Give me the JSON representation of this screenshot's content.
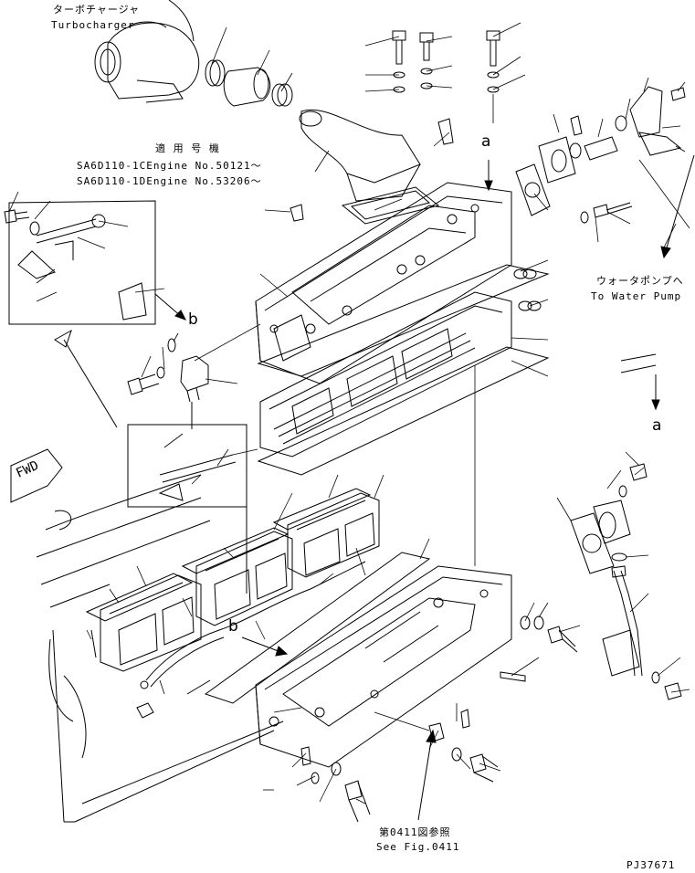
{
  "labels": {
    "turbo_jp": "ターボチャージャ",
    "turbo_en": "Turbocharger",
    "applicable_jp": "適 用 号 機",
    "engine_1": "SA6D110-1CEngine No.50121～",
    "engine_2": "SA6D110-1DEngine No.53206～",
    "water_pump_jp": "ウォータポンプへ",
    "water_pump_en": "To Water Pump",
    "see_fig_jp": "第0411図参照",
    "see_fig_en": "See Fig.0411",
    "fwd": "FWD",
    "ref_a_top": "a",
    "ref_a_right": "a",
    "ref_b_left": "b",
    "ref_b_lower": "b",
    "drawing_no": "PJ37671"
  }
}
